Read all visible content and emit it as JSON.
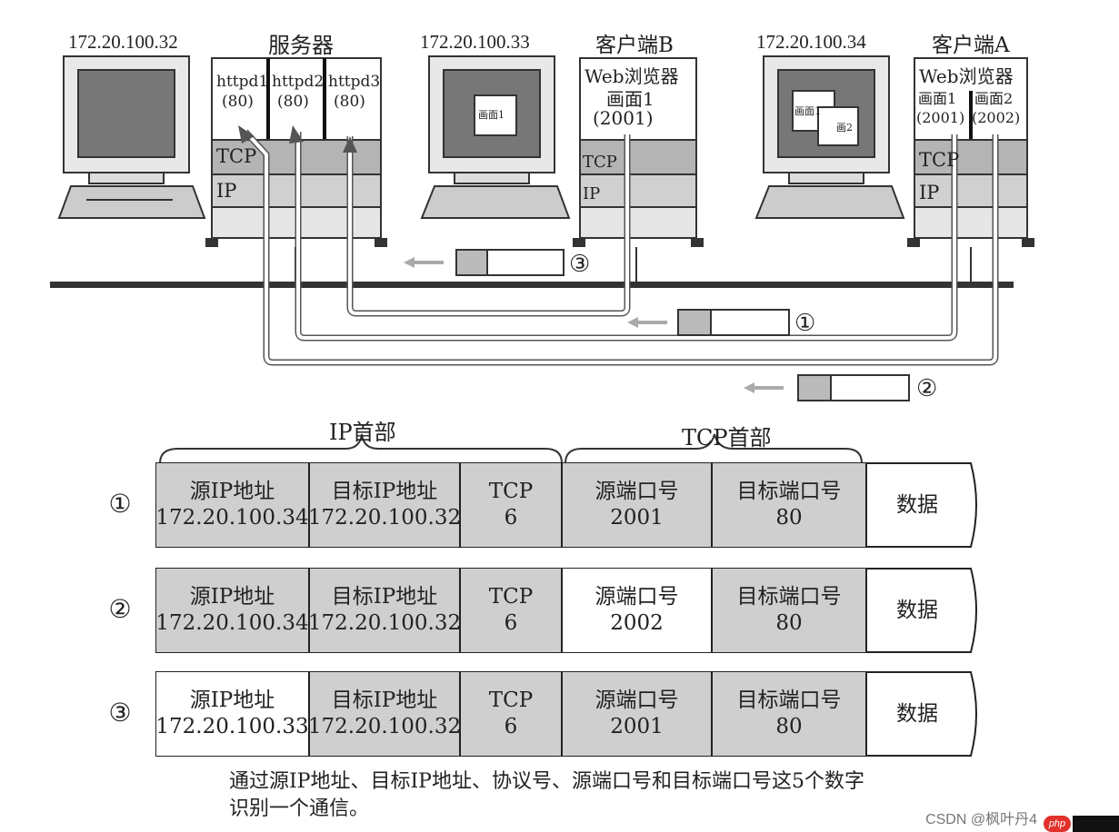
{
  "hosts": {
    "server": {
      "ip": "172.20.100.32",
      "name": "服务器",
      "httpd": [
        {
          "name": "httpd1",
          "port": "(80)"
        },
        {
          "name": "httpd2",
          "port": "(80)"
        },
        {
          "name": "httpd3",
          "port": "(80)"
        }
      ],
      "layers": {
        "tcp": "TCP",
        "ip": "IP"
      }
    },
    "clientB": {
      "ip": "172.20.100.33",
      "name": "客户端B",
      "app": "Web浏览器",
      "screen": "画面1",
      "port": "(2001)",
      "monitor_label": "画面1",
      "layers": {
        "tcp": "TCP",
        "ip": "IP"
      }
    },
    "clientA": {
      "ip": "172.20.100.34",
      "name": "客户端A",
      "app": "Web浏览器",
      "screens": [
        "画面1",
        "画面2"
      ],
      "ports": [
        "(2001)",
        "(2002)"
      ],
      "monitor_labels": [
        "画面1",
        "画2"
      ],
      "layers": {
        "tcp": "TCP",
        "ip": "IP"
      }
    }
  },
  "packets": [
    {
      "num": "①"
    },
    {
      "num": "②"
    },
    {
      "num": "③"
    }
  ],
  "header_labels": {
    "ip": "IP首部",
    "tcp": "TCP首部"
  },
  "rows": [
    {
      "num": "①",
      "src_ip": {
        "label": "源IP地址",
        "value": "172.20.100.34"
      },
      "dst_ip": {
        "label": "目标IP地址",
        "value": "172.20.100.32"
      },
      "proto": {
        "label": "TCP",
        "value": "6"
      },
      "src_port": {
        "label": "源端口号",
        "value": "2001"
      },
      "dst_port": {
        "label": "目标端口号",
        "value": "80"
      },
      "data": "数据"
    },
    {
      "num": "②",
      "src_ip": {
        "label": "源IP地址",
        "value": "172.20.100.34"
      },
      "dst_ip": {
        "label": "目标IP地址",
        "value": "172.20.100.32"
      },
      "proto": {
        "label": "TCP",
        "value": "6"
      },
      "src_port": {
        "label": "源端口号",
        "value": "2002"
      },
      "dst_port": {
        "label": "目标端口号",
        "value": "80"
      },
      "data": "数据"
    },
    {
      "num": "③",
      "src_ip": {
        "label": "源IP地址",
        "value": "172.20.100.33"
      },
      "dst_ip": {
        "label": "目标IP地址",
        "value": "172.20.100.32"
      },
      "proto": {
        "label": "TCP",
        "value": "6"
      },
      "src_port": {
        "label": "源端口号",
        "value": "2001"
      },
      "dst_port": {
        "label": "目标端口号",
        "value": "80"
      },
      "data": "数据"
    }
  ],
  "caption": [
    "通过源IP地址、目标IP地址、协议号、源端口号和目标端口号这5个数字",
    "识别一个通信。"
  ],
  "watermark": "CSDN @枫叶丹4",
  "badge": "php"
}
